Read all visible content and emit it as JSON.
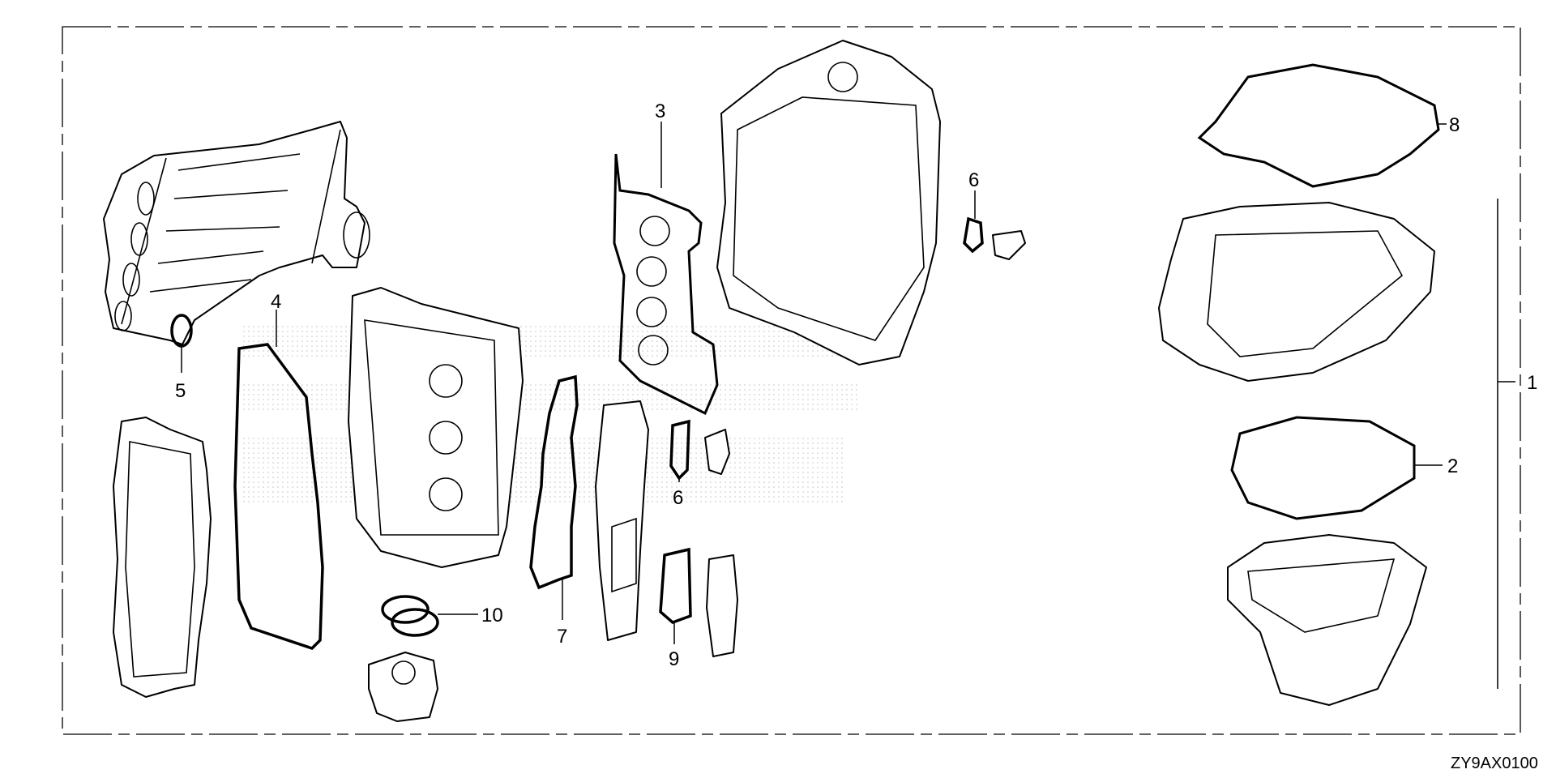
{
  "diagram": {
    "code": "ZY9AX0100",
    "callouts": [
      {
        "id": "1",
        "label": "1"
      },
      {
        "id": "2",
        "label": "2"
      },
      {
        "id": "3",
        "label": "3"
      },
      {
        "id": "4",
        "label": "4"
      },
      {
        "id": "5",
        "label": "5"
      },
      {
        "id": "6a",
        "label": "6"
      },
      {
        "id": "6b",
        "label": "6"
      },
      {
        "id": "7",
        "label": "7"
      },
      {
        "id": "8",
        "label": "8"
      },
      {
        "id": "9",
        "label": "9"
      },
      {
        "id": "10",
        "label": "10"
      }
    ]
  }
}
